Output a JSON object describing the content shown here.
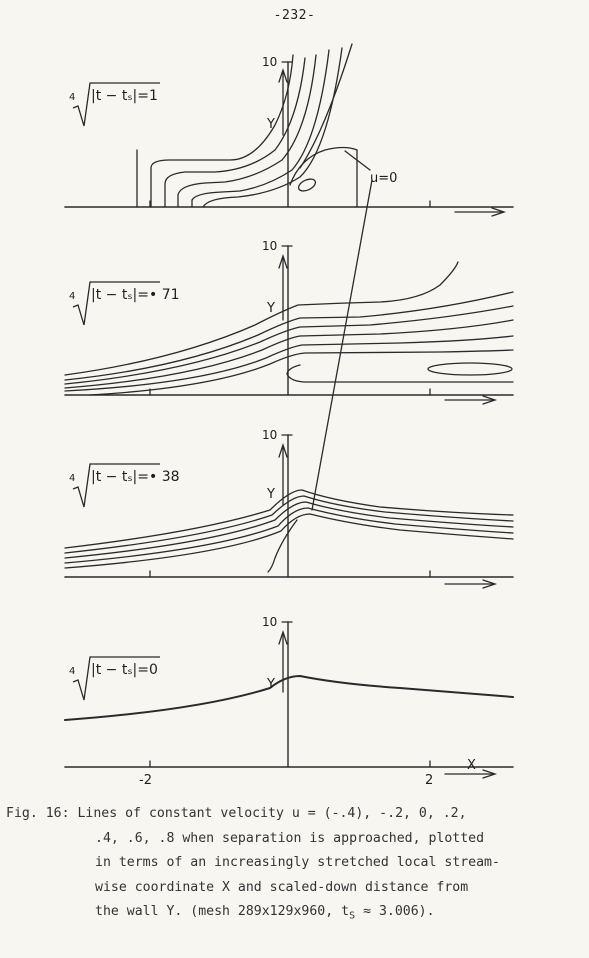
{
  "page_number": "-232-",
  "panels": [
    {
      "label": "|t − tₛ|=1",
      "axis_tick": "10",
      "axis_label": "Y"
    },
    {
      "label": "|t − tₛ|=• 71",
      "axis_tick": "10",
      "axis_label": "Y"
    },
    {
      "label": "|t − tₛ|=• 38",
      "axis_tick": "10",
      "axis_label": "Y"
    },
    {
      "label": "|t − tₛ|=0",
      "axis_tick": "10",
      "axis_label": "Y"
    }
  ],
  "root_index": "4",
  "annotation_u0": "u=0",
  "x_ticks": [
    "-2",
    "2"
  ],
  "x_label": "X",
  "caption": {
    "prefix": "Fig. 16:",
    "line1": "Lines of constant velocity u = (-.4), -.2, 0, .2,",
    "line2": ".4, .6, .8 when separation is approached, plotted",
    "line3": "in terms of an increasingly stretched local stream-",
    "line4": "wise coordinate X and scaled-down distance from",
    "line5_a": "the wall Y. (mesh 289x129x960, t",
    "line5_sub": "S",
    "line5_b": "≈ 3.006)."
  }
}
